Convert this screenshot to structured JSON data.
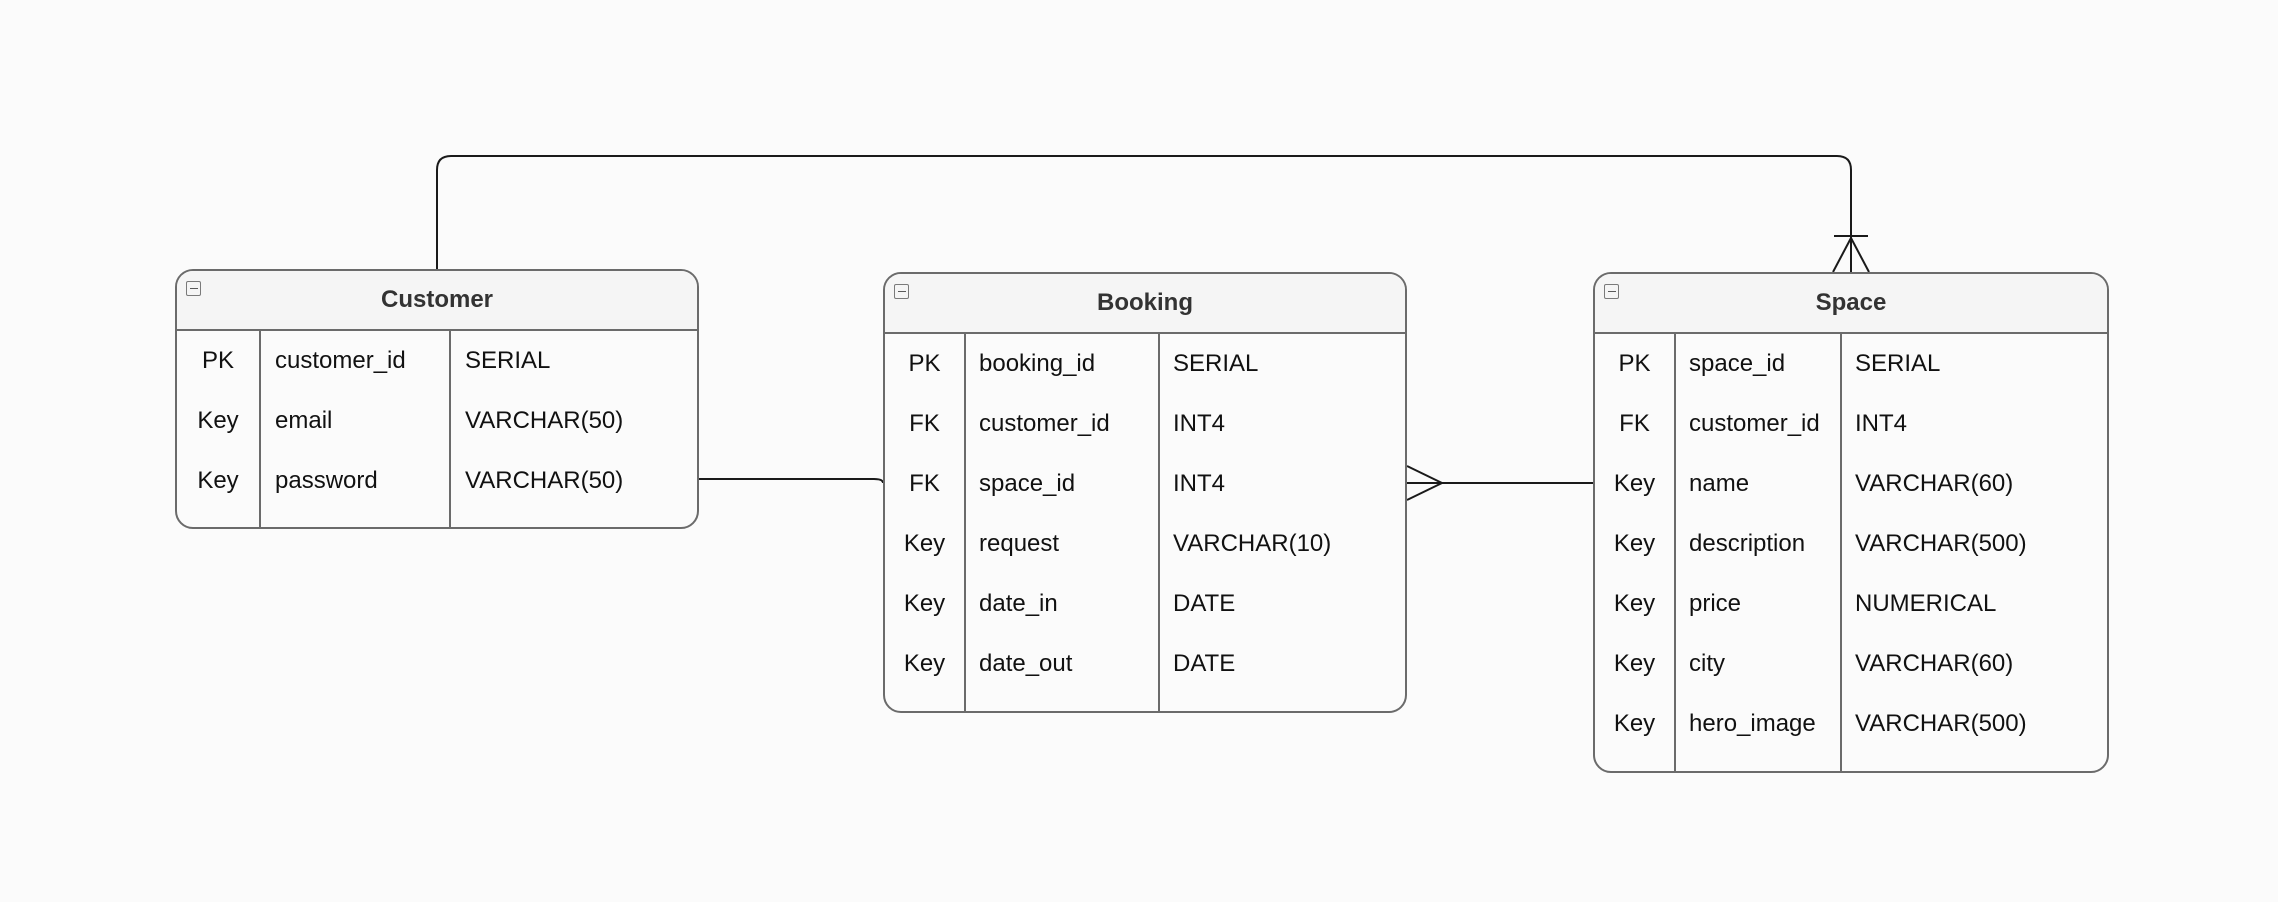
{
  "diagram": {
    "entities": [
      {
        "name": "Customer",
        "fields": [
          {
            "key": "PK",
            "name": "customer_id",
            "type": "SERIAL"
          },
          {
            "key": "Key",
            "name": "email",
            "type": "VARCHAR(50)"
          },
          {
            "key": "Key",
            "name": "password",
            "type": "VARCHAR(50)"
          }
        ]
      },
      {
        "name": "Booking",
        "fields": [
          {
            "key": "PK",
            "name": "booking_id",
            "type": "SERIAL"
          },
          {
            "key": "FK",
            "name": "customer_id",
            "type": "INT4"
          },
          {
            "key": "FK",
            "name": "space_id",
            "type": "INT4"
          },
          {
            "key": "Key",
            "name": "request",
            "type": "VARCHAR(10)"
          },
          {
            "key": "Key",
            "name": "date_in",
            "type": "DATE"
          },
          {
            "key": "Key",
            "name": "date_out",
            "type": "DATE"
          }
        ]
      },
      {
        "name": "Space",
        "fields": [
          {
            "key": "PK",
            "name": "space_id",
            "type": "SERIAL"
          },
          {
            "key": "FK",
            "name": "customer_id",
            "type": "INT4"
          },
          {
            "key": "Key",
            "name": "name",
            "type": "VARCHAR(60)"
          },
          {
            "key": "Key",
            "name": "description",
            "type": "VARCHAR(500)"
          },
          {
            "key": "Key",
            "name": "price",
            "type": "NUMERICAL"
          },
          {
            "key": "Key",
            "name": "city",
            "type": "VARCHAR(60)"
          },
          {
            "key": "Key",
            "name": "hero_image",
            "type": "VARCHAR(500)"
          }
        ]
      }
    ],
    "relationships": [
      {
        "from": "Customer",
        "to": "Space",
        "from_end": "plain",
        "to_end": "one-or-many"
      },
      {
        "from": "Customer",
        "to": "Booking",
        "from_end": "plain",
        "to_end": "plain"
      },
      {
        "from": "Space",
        "to": "Booking",
        "from_end": "plain",
        "to_end": "many"
      }
    ],
    "colors": {
      "background": "#fbfbfb",
      "header_fill": "#f5f5f5",
      "border": "#6b6b6b",
      "line": "#1a1a1a",
      "text": "#111111",
      "title_text": "#333333"
    },
    "icons": {
      "collapse": "collapse-minus-icon"
    }
  }
}
